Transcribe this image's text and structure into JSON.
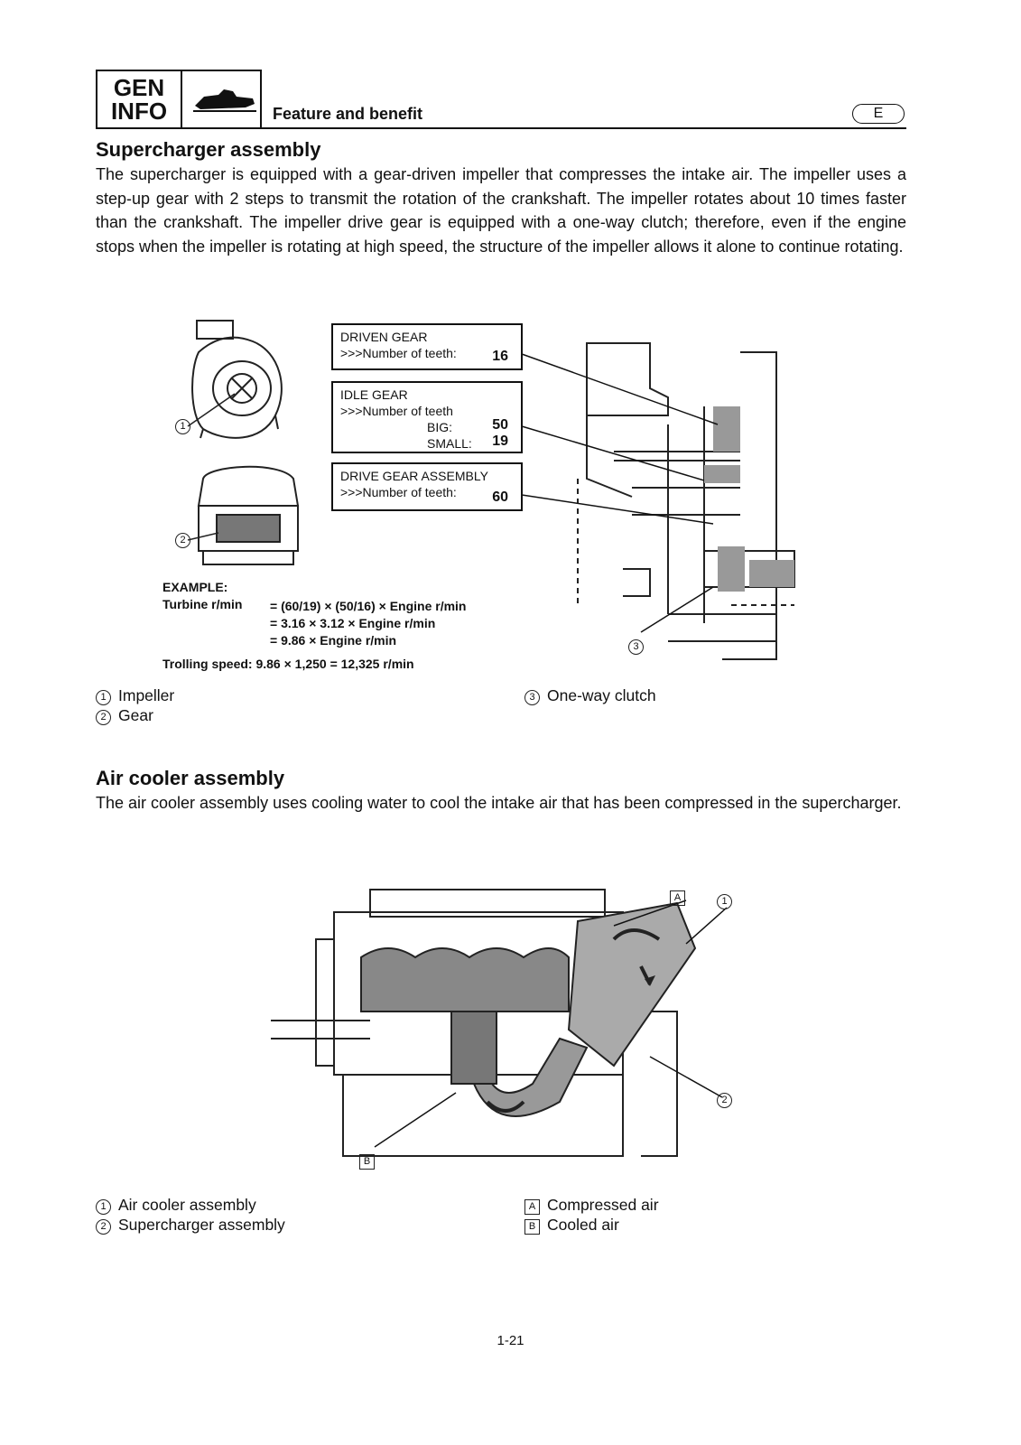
{
  "header": {
    "gen_line1": "GEN",
    "gen_line2": "INFO",
    "icon": "watercraft-icon",
    "subtitle": "Feature and benefit",
    "lang": "E"
  },
  "section1": {
    "title": "Supercharger assembly",
    "paragraph": "The supercharger is equipped with a gear-driven impeller that compresses the intake air. The impeller uses a step-up gear with 2 steps to transmit the rotation of the crankshaft. The impeller rotates about 10 times faster than the crankshaft. The impeller drive gear is equipped with a one-way clutch; therefore, even if the engine stops when the impeller is rotating at high speed, the structure of the impeller allows it alone to continue rotating.",
    "gears": {
      "driven": {
        "title": "DRIVEN GEAR",
        "label": ">>>Number of teeth:",
        "value": "16"
      },
      "idle": {
        "title": "IDLE GEAR",
        "label": ">>>Number of teeth",
        "big_label": "BIG:",
        "big_value": "50",
        "small_label": "SMALL:",
        "small_value": "19"
      },
      "drive": {
        "title": "DRIVE GEAR ASSEMBLY",
        "label": ">>>Number of teeth:",
        "value": "60"
      }
    },
    "example": {
      "heading": "EXAMPLE:",
      "lhs": "Turbine r/min",
      "line1": "= (60/19) × (50/16) × Engine r/min",
      "line2": "= 3.16 × 3.12 × Engine r/min",
      "line3": "= 9.86 × Engine r/min",
      "trolling": "Trolling speed: 9.86 × 1,250 = 12,325 r/min"
    },
    "callouts": [
      "1",
      "2",
      "3"
    ],
    "legend": [
      {
        "num": "1",
        "text": "Impeller"
      },
      {
        "num": "2",
        "text": "Gear"
      },
      {
        "num": "3",
        "text": "One-way clutch"
      }
    ]
  },
  "section2": {
    "title": "Air cooler assembly",
    "paragraph": "The air cooler assembly uses cooling water to cool the intake air that has been compressed in the supercharger.",
    "callouts": [
      "1",
      "2",
      "A",
      "B"
    ],
    "legend": [
      {
        "num": "1",
        "text": "Air cooler assembly"
      },
      {
        "num": "2",
        "text": "Supercharger assembly"
      },
      {
        "num": "A",
        "text": "Compressed air"
      },
      {
        "num": "B",
        "text": "Cooled air"
      }
    ]
  },
  "footer": {
    "page": "1-21"
  }
}
